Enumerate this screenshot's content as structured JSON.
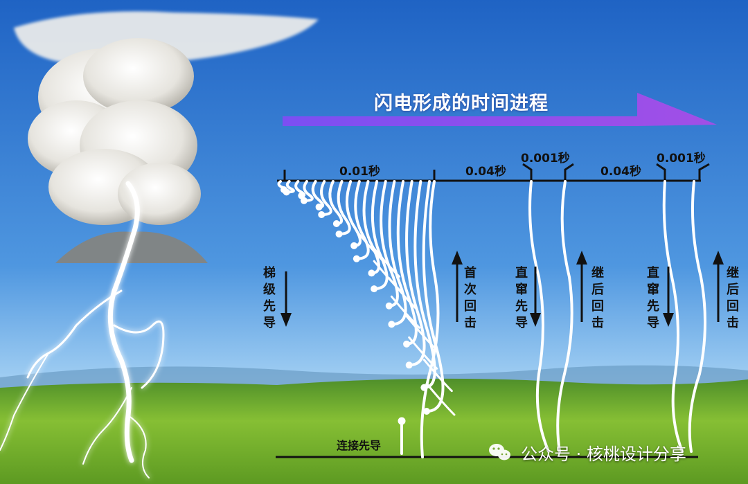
{
  "title": "闪电形成的时间进程",
  "timeline": {
    "durations": [
      "0.01秒",
      "0.04秒",
      "0.001秒",
      "0.04秒",
      "0.001秒"
    ]
  },
  "phases": {
    "stepped_leader": "梯级先导",
    "first_return_stroke": "首次回击",
    "dart_leader_1": "直窜先导",
    "subsequent_return_1": "继后回击",
    "dart_leader_2": "直窜先导",
    "subsequent_return_2": "继后回击",
    "connecting_leader": "连接先导"
  },
  "watermark": {
    "text": "公众号 · 核桃设计分享",
    "icon": "wechat-icon"
  },
  "colors": {
    "sky_top": "#1f63c4",
    "sky_bottom": "#8fc3ee",
    "grass": "#6fa82a",
    "arrow": "#8a4ff0",
    "lightning": "#ffffff",
    "ink": "#111111"
  }
}
